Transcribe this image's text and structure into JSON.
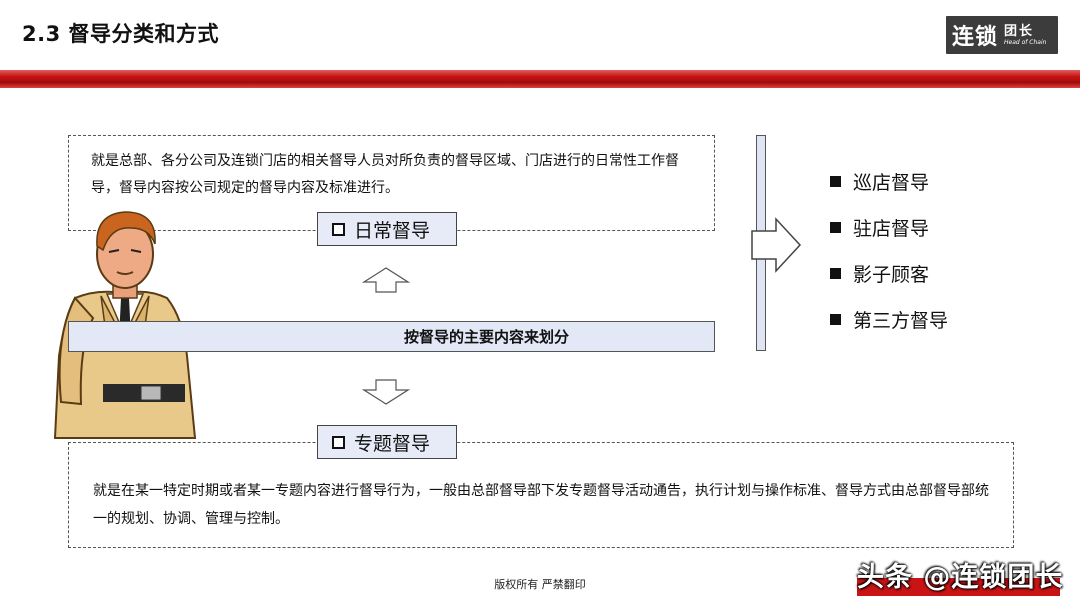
{
  "header": {
    "title": "2.3 督导分类和方式"
  },
  "logo": {
    "main": "连锁",
    "side": "团长",
    "small": "Head of Chain"
  },
  "top_box": {
    "text": "就是总部、各分公司及连锁门店的相关督导人员对所负责的督导区域、门店进行的日常性工作督导，督导内容按公司规定的督导内容及标准进行。"
  },
  "tag_daily": {
    "label": "日常督导"
  },
  "mid_bar": {
    "label": "按督导的主要内容来划分"
  },
  "tag_special": {
    "label": "专题督导"
  },
  "bottom_box": {
    "text": "就是在某一特定时期或者某一专题内容进行督导行为，一般由总部督导部下发专题督导活动通告，执行计划与操作标准、督导方式由总部督导部统一的规划、协调、管理与控制。"
  },
  "list": {
    "items": [
      "巡店督导",
      "驻店督导",
      "影子顾客",
      "第三方督导"
    ]
  },
  "footer": {
    "text": "版权所有 严禁翻印"
  },
  "watermark": {
    "text": "头条 @连锁团长"
  },
  "colors": {
    "red_bar": "#c81414",
    "box_fill": "#e3e8f6"
  }
}
